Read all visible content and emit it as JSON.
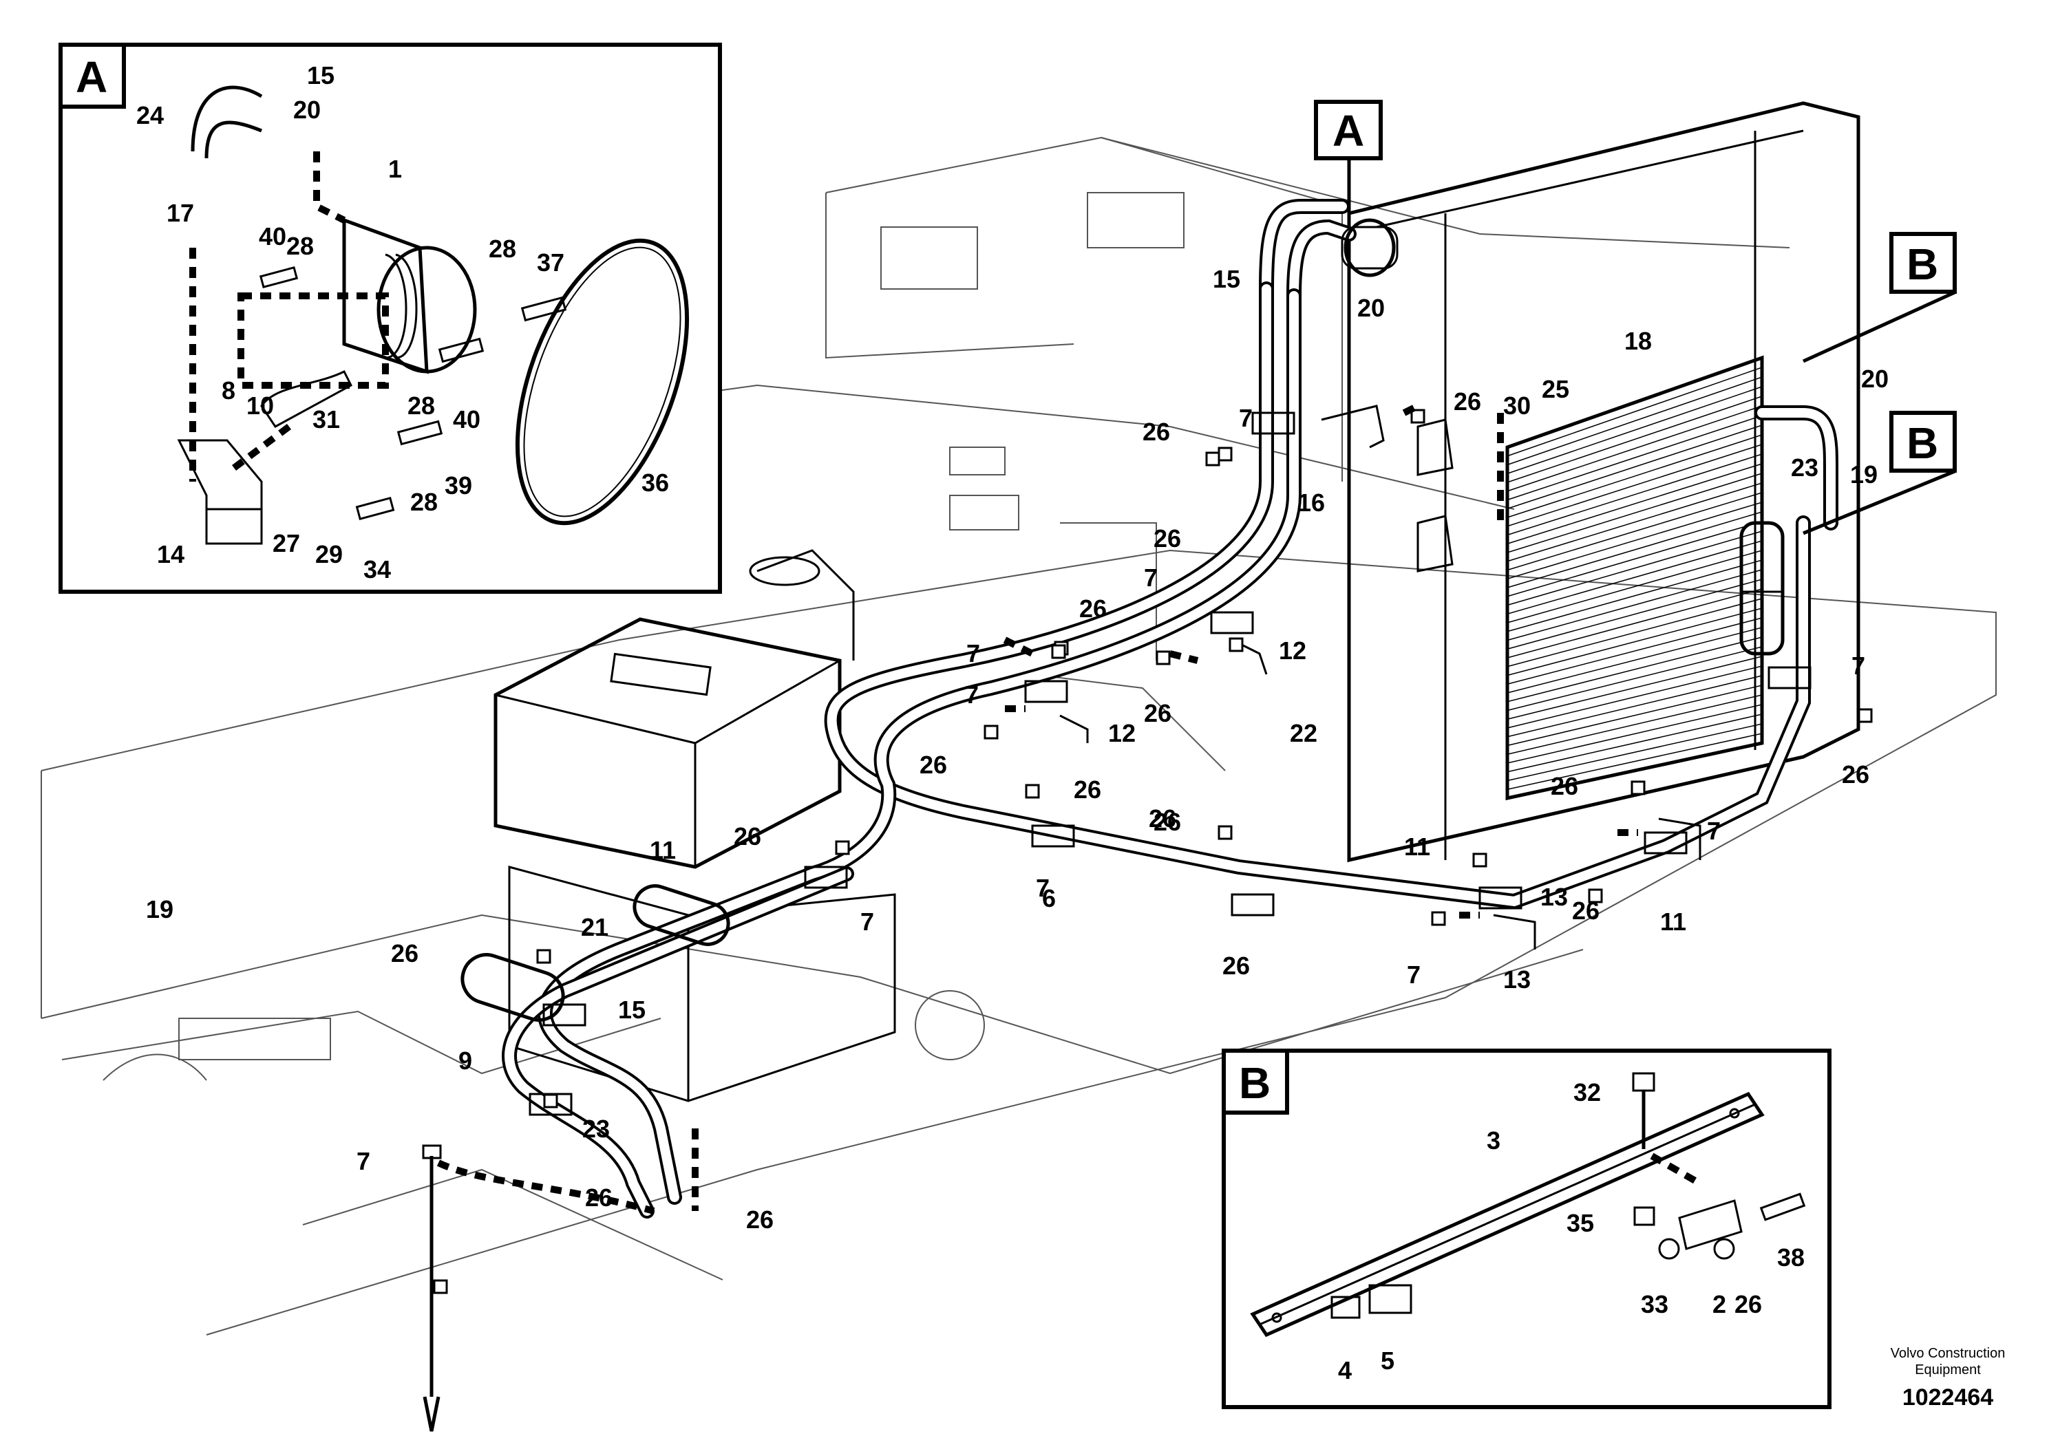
{
  "callouts": {
    "main": [
      "15",
      "20",
      "7",
      "26",
      "16",
      "18",
      "30",
      "25",
      "26",
      "20",
      "23",
      "19",
      "26",
      "7",
      "12",
      "26",
      "26",
      "7",
      "26",
      "7",
      "12",
      "22",
      "26",
      "26",
      "7",
      "26",
      "26",
      "26",
      "7",
      "26",
      "7",
      "11",
      "26",
      "11",
      "7",
      "13",
      "13",
      "26",
      "6",
      "7",
      "11",
      "26",
      "21",
      "19",
      "15",
      "9",
      "23",
      "7",
      "26",
      "26"
    ],
    "detailA": [
      "24",
      "15",
      "20",
      "1",
      "17",
      "40",
      "28",
      "28",
      "37",
      "8",
      "10",
      "31",
      "28",
      "39",
      "14",
      "27",
      "29",
      "34",
      "28",
      "40",
      "36"
    ],
    "detailB": [
      "32",
      "3",
      "35",
      "2",
      "38",
      "33",
      "26",
      "4",
      "5"
    ]
  },
  "tags": {
    "a": "A",
    "b": "B",
    "b_top": "B",
    "b_bottom": "B",
    "a_inset": "A",
    "b_inset": "B"
  },
  "footer": {
    "manufacturer_line1": "Volvo Construction",
    "manufacturer_line2": "Equipment",
    "document_number": "1022464"
  }
}
